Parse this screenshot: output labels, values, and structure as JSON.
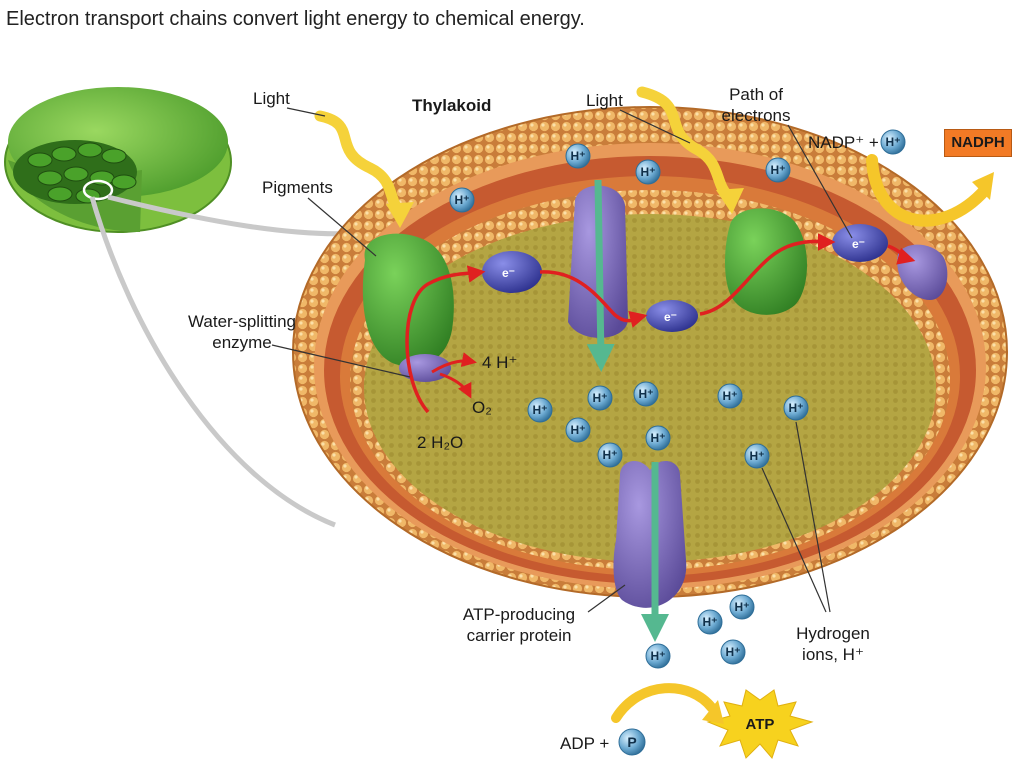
{
  "title": "Electron transport chains convert light energy to chemical energy.",
  "labels": {
    "light_left": "Light",
    "thylakoid": "Thylakoid",
    "light_right": "Light",
    "path_of_electrons_1": "Path of",
    "path_of_electrons_2": "electrons",
    "nadp_plus": "NADP⁺ +",
    "nadph": "NADPH",
    "pigments": "Pigments",
    "water_splitting_1": "Water-splitting",
    "water_splitting_2": "enzyme",
    "four_h": "4 H⁺",
    "o2": "O₂",
    "two_h2o": "2 H₂O",
    "atp_carrier_1": "ATP-producing",
    "atp_carrier_2": "carrier protein",
    "hydrogen_ions_1": "Hydrogen",
    "hydrogen_ions_2": "ions, H⁺",
    "adp_plus": "ADP +",
    "phosphate": "P",
    "atp": "ATP",
    "h_ion": "H⁺",
    "electron": "e⁻"
  },
  "colors": {
    "membrane": "#e8a85a",
    "lumen": "#b7a43f",
    "pigment_protein": "#3f9b2f",
    "carrier_protein": "#6a5aa8",
    "electron_carrier": "#3a3f9e",
    "electron_path": "#e02020",
    "light_arrow": "#f5d23a",
    "h_ion": "#6aa8d0",
    "nadph_box": "#f27a25",
    "atp_burst": "#f7d21e"
  }
}
